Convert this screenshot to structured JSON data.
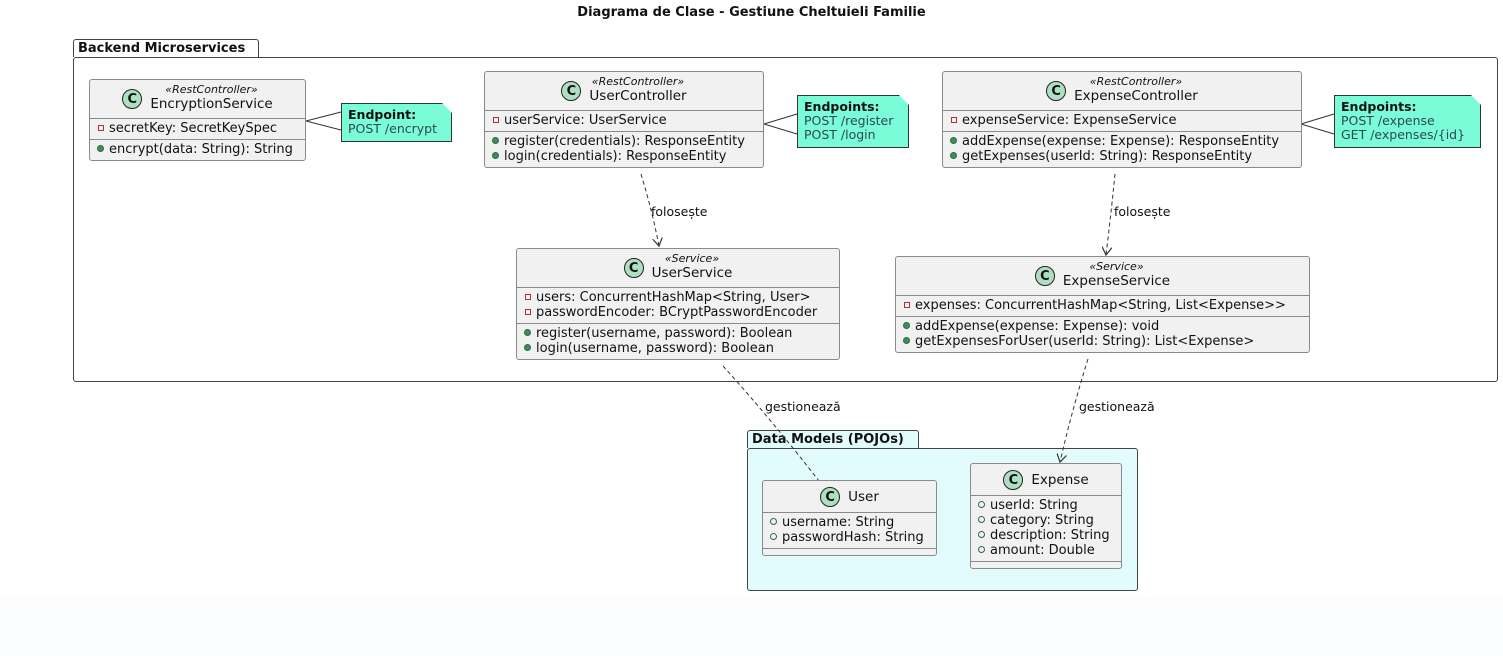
{
  "title": "Diagrama de Clase - Gestiune Cheltuieli Familie",
  "packages": {
    "backend": "Backend Microservices",
    "models": "Data Models (POJOs)"
  },
  "classes": {
    "encryption": {
      "stereotype": "«RestController»",
      "name": "EncryptionService",
      "fields": [
        "secretKey: SecretKeySpec"
      ],
      "methods": [
        "encrypt(data: String): String"
      ]
    },
    "userController": {
      "stereotype": "«RestController»",
      "name": "UserController",
      "fields": [
        "userService: UserService"
      ],
      "methods": [
        "register(credentials): ResponseEntity",
        "login(credentials): ResponseEntity"
      ]
    },
    "expenseController": {
      "stereotype": "«RestController»",
      "name": "ExpenseController",
      "fields": [
        "expenseService: ExpenseService"
      ],
      "methods": [
        "addExpense(expense: Expense): ResponseEntity",
        "getExpenses(userId: String): ResponseEntity"
      ]
    },
    "userService": {
      "stereotype": "«Service»",
      "name": "UserService",
      "fields": [
        "users: ConcurrentHashMap<String, User>",
        "passwordEncoder: BCryptPasswordEncoder"
      ],
      "methods": [
        "register(username, password): Boolean",
        "login(username, password): Boolean"
      ]
    },
    "expenseService": {
      "stereotype": "«Service»",
      "name": "ExpenseService",
      "fields": [
        "expenses: ConcurrentHashMap<String, List<Expense>>"
      ],
      "methods": [
        "addExpense(expense: Expense): void",
        "getExpensesForUser(userId: String): List<Expense>"
      ]
    },
    "user": {
      "name": "User",
      "fields": [
        "username: String",
        "passwordHash: String"
      ]
    },
    "expense": {
      "name": "Expense",
      "fields": [
        "userId: String",
        "category: String",
        "description: String",
        "amount: Double"
      ]
    }
  },
  "notes": {
    "encryption": {
      "title": "Endpoint:",
      "lines": [
        "POST /encrypt"
      ]
    },
    "user": {
      "title": "Endpoints:",
      "lines": [
        "POST /register",
        "POST /login"
      ]
    },
    "expense": {
      "title": "Endpoints:",
      "lines": [
        "POST /expense",
        "GET /expenses/{id}"
      ]
    }
  },
  "edges": {
    "uses": "folosește",
    "manages": "gestionează"
  },
  "colors": {
    "note": "#7bfcd9",
    "class_fill": "#f1f1f1",
    "class_icon": "#ade0c1",
    "models_package_fill": "#e2fcfd"
  }
}
